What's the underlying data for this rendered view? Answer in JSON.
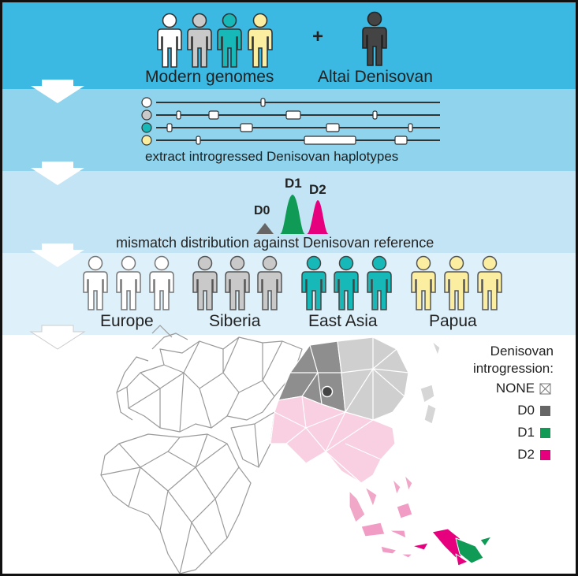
{
  "step1": {
    "left_label": "Modern genomes",
    "plus": "+",
    "right_label": "Altai Denisovan"
  },
  "step2": {
    "caption": "extract introgressed Denisovan haplotypes"
  },
  "step3": {
    "caption": "mismatch distribution against Denisovan reference",
    "peaks": [
      "D0",
      "D1",
      "D2"
    ]
  },
  "step4": {
    "populations": [
      "Europe",
      "Siberia",
      "East Asia",
      "Papua"
    ]
  },
  "legend": {
    "title_line1": "Denisovan",
    "title_line2": "introgression:",
    "items": [
      {
        "label": "NONE",
        "color": "#ffffff"
      },
      {
        "label": "D0",
        "color": "#666666"
      },
      {
        "label": "D1",
        "color": "#0f9a55"
      },
      {
        "label": "D2",
        "color": "#e6007e"
      }
    ]
  },
  "colors": {
    "white_person": "#ffffff",
    "grey_person": "#c9c9c9",
    "teal_person": "#17b8b8",
    "yellow_person": "#fbeea1",
    "denisovan": "#444444",
    "d0": "#666666",
    "d1": "#0f9a55",
    "d2": "#e6007e"
  }
}
